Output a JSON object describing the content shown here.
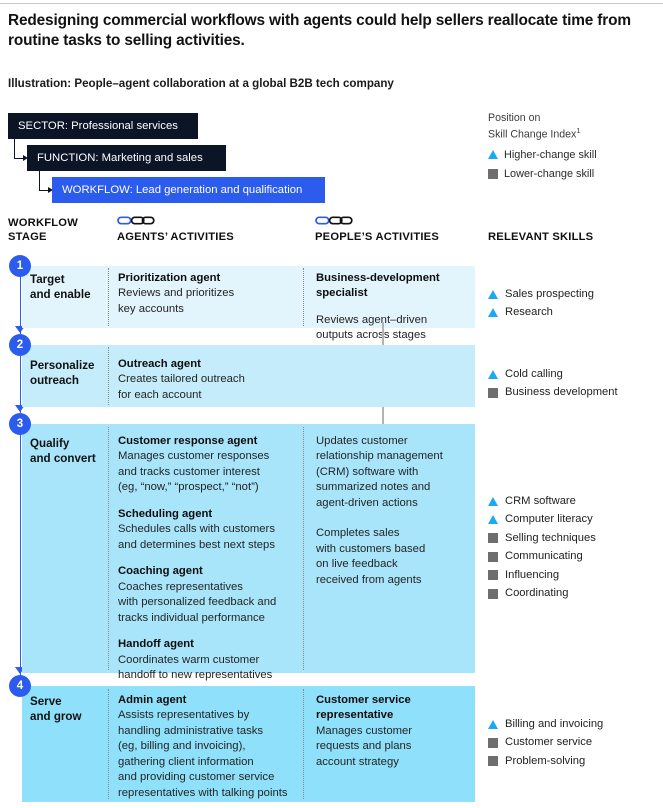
{
  "title": "Redesigning commercial workflows with agents could help sellers reallocate time from routine tasks to selling activities.",
  "subtitle": "Illustration: People–agent collaboration at a global B2B tech company",
  "hierarchy": {
    "sector": "SECTOR: Professional services",
    "function": "FUNCTION: Marketing and sales",
    "workflow": "WORKFLOW: Lead generation and qualification"
  },
  "legend": {
    "title_line1": "Position on",
    "title_line2": "Skill Change Index",
    "title_superscript": "1",
    "items": [
      {
        "marker": "triangle",
        "label": "Higher-change skill"
      },
      {
        "marker": "square",
        "label": "Lower-change skill"
      }
    ]
  },
  "columns": {
    "stage": "WORKFLOW\nSTAGE",
    "agents": "AGENTS’ ACTIVITIES",
    "people": "PEOPLE’S  ACTIVITIES",
    "skills": "RELEVANT SKILLS"
  },
  "icons": {
    "agents": "chain-link-icon",
    "people": "chain-link-icon"
  },
  "colors": {
    "accent_blue": "#2b5ced",
    "dark_navy": "#0b1526",
    "marker_blue": "#1ba9f5",
    "marker_gray": "#6e6e6e",
    "band_1": "#e2f4fc",
    "band_2": "#c4ecfa",
    "band_3": "#a8e5fb",
    "band_4": "#8fe0fb"
  },
  "rows": [
    {
      "number": "1",
      "stage": "Target\nand enable",
      "agents": [
        {
          "heading": "Prioritization agent",
          "body": "Reviews and prioritizes\nkey accounts"
        }
      ],
      "people": [
        {
          "heading": "Business-development\nspecialist",
          "body": "Reviews agent–driven\noutputs across stages"
        }
      ],
      "skills": [
        {
          "marker": "triangle",
          "label": "Sales prospecting"
        },
        {
          "marker": "triangle",
          "label": "Research"
        }
      ]
    },
    {
      "number": "2",
      "stage": "Personalize\noutreach",
      "agents": [
        {
          "heading": "Outreach agent",
          "body": "Creates tailored outreach\nfor each account"
        }
      ],
      "people": [],
      "skills": [
        {
          "marker": "triangle",
          "label": "Cold calling"
        },
        {
          "marker": "square",
          "label": "Business development"
        }
      ]
    },
    {
      "number": "3",
      "stage": "Qualify\nand convert",
      "agents": [
        {
          "heading": "Customer response agent",
          "body": "Manages customer responses\nand tracks customer interest\n(eg, “now,” “prospect,” “not”)"
        },
        {
          "heading": "Scheduling agent",
          "body": "Schedules calls with customers\nand determines best next steps"
        },
        {
          "heading": "Coaching agent",
          "body": "Coaches representatives\nwith personalized feedback and\ntracks individual performance"
        },
        {
          "heading": "Handoff agent",
          "body": "Coordinates warm customer\nhandoff to new representatives"
        }
      ],
      "people": [
        {
          "heading": "",
          "body": "Updates customer\nrelationship management\n(CRM) software with\nsummarized notes and\nagent-driven actions"
        },
        {
          "heading": "",
          "body": "Completes sales\nwith customers based\non live feedback\nreceived from agents"
        }
      ],
      "skills": [
        {
          "marker": "triangle",
          "label": "CRM software"
        },
        {
          "marker": "triangle",
          "label": "Computer literacy"
        },
        {
          "marker": "square",
          "label": "Selling techniques"
        },
        {
          "marker": "square",
          "label": "Communicating"
        },
        {
          "marker": "square",
          "label": "Influencing"
        },
        {
          "marker": "square",
          "label": "Coordinating"
        }
      ]
    },
    {
      "number": "4",
      "stage": "Serve\nand grow",
      "agents": [
        {
          "heading": "Admin agent",
          "body": "Assists representatives by\nhandling administrative tasks\n(eg, billing and invoicing),\ngathering client information\nand providing customer service\nrepresentatives with talking points"
        }
      ],
      "people": [
        {
          "heading": "Customer service\nrepresentative",
          "body": "Manages customer\nrequests and plans\naccount strategy"
        }
      ],
      "skills": [
        {
          "marker": "triangle",
          "label": "Billing and invoicing"
        },
        {
          "marker": "square",
          "label": "Customer service"
        },
        {
          "marker": "square",
          "label": "Problem-solving"
        }
      ]
    }
  ]
}
